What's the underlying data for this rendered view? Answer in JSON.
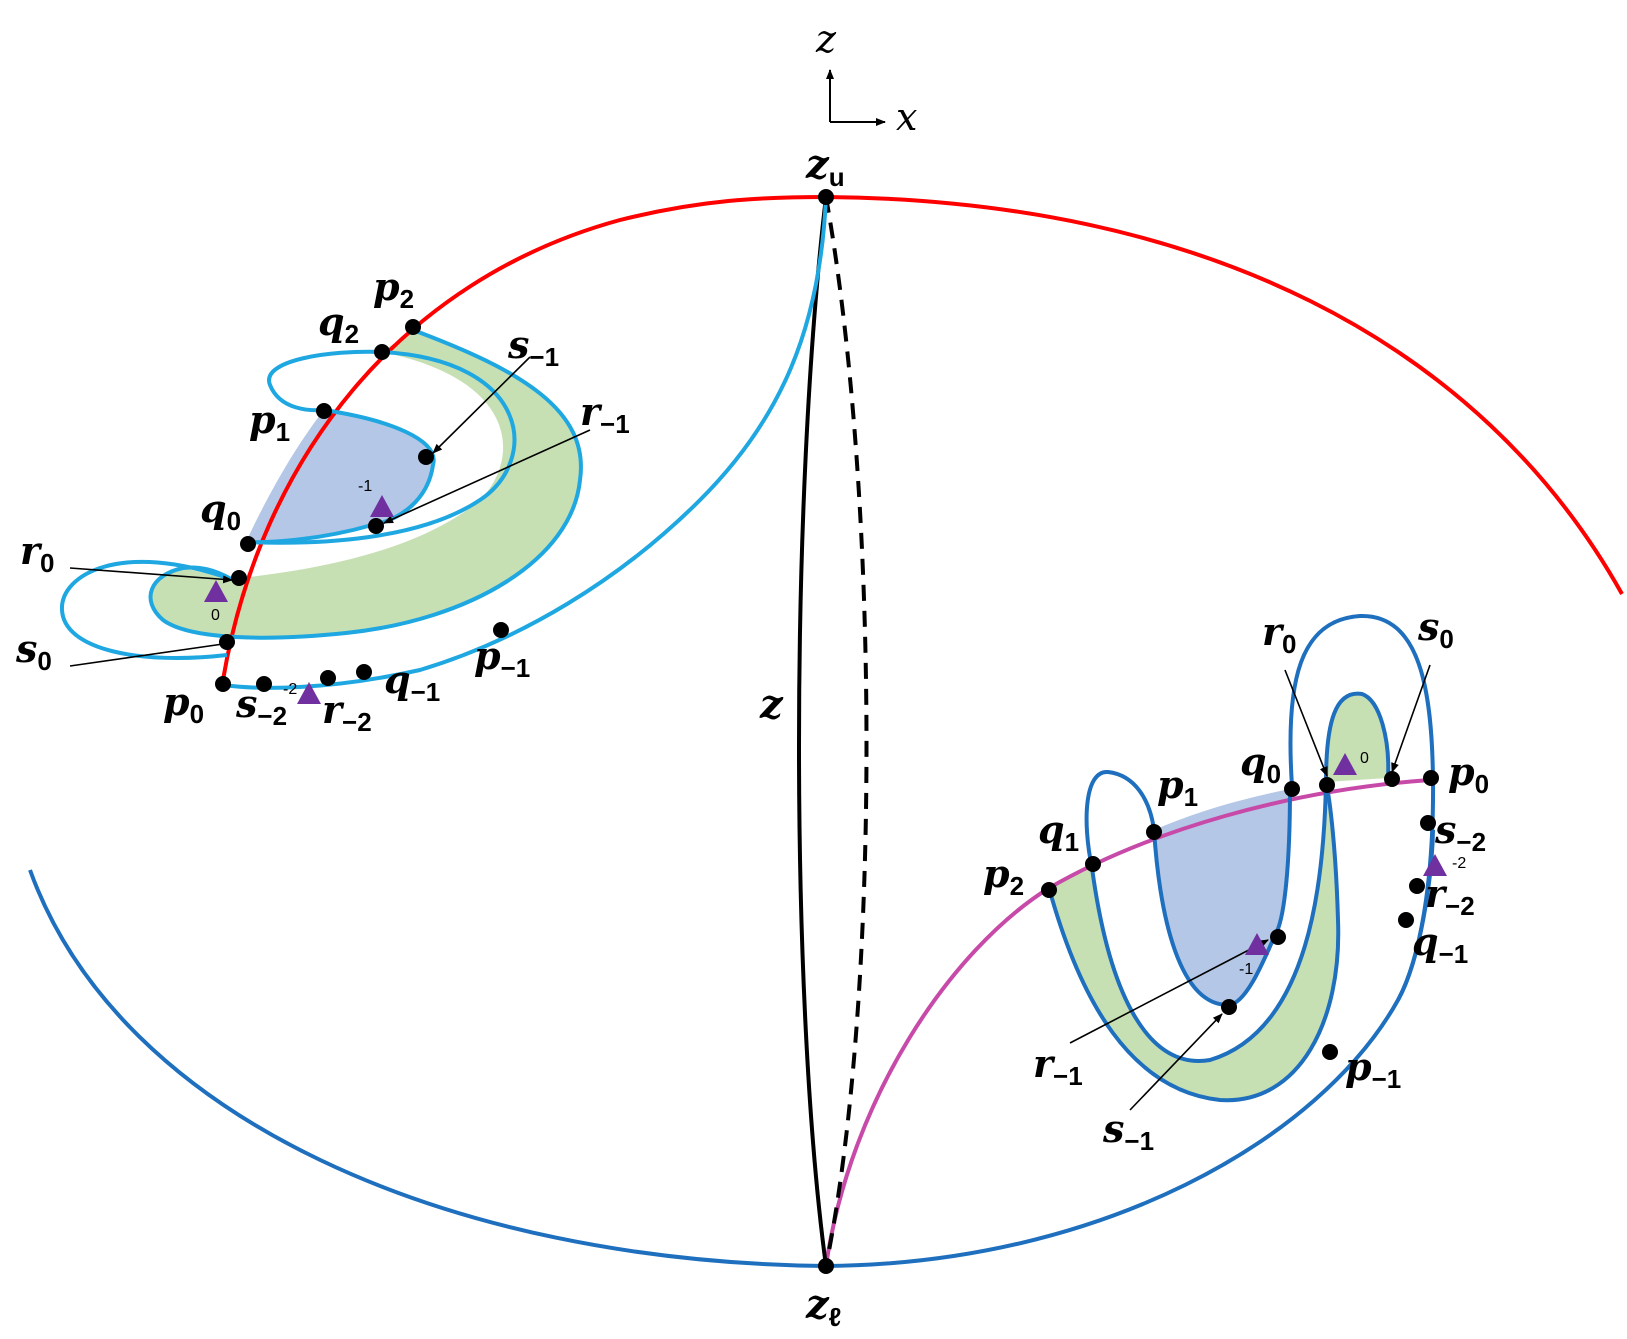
{
  "colors": {
    "red_curve": "#ff0000",
    "light_blue_curve": "#1ea7e1",
    "dark_blue_curve": "#1f6fbf",
    "magenta_curve": "#c84aa8",
    "green_fill": "#c6e0b4",
    "blue_fill": "#b4c7e7",
    "triangle": "#7030a0",
    "black": "#000000"
  },
  "axes": {
    "vertical": "z",
    "horizontal": "x"
  },
  "center": {
    "z_label": "z"
  },
  "top_point": {
    "base": "z",
    "sub": "u"
  },
  "bottom_point": {
    "base": "z",
    "sub": "ℓ"
  },
  "left": {
    "p2": {
      "base": "p",
      "sub": "2"
    },
    "q2": {
      "base": "q",
      "sub": "2"
    },
    "p1": {
      "base": "p",
      "sub": "1"
    },
    "s_m1": {
      "base": "s",
      "sub": "−1"
    },
    "r_m1": {
      "base": "r",
      "sub": "−1"
    },
    "q0": {
      "base": "q",
      "sub": "0"
    },
    "r0": {
      "base": "r",
      "sub": "0"
    },
    "s0": {
      "base": "s",
      "sub": "0"
    },
    "p0": {
      "base": "p",
      "sub": "0"
    },
    "s_m2": {
      "base": "s",
      "sub": "−2"
    },
    "r_m2": {
      "base": "r",
      "sub": "−2"
    },
    "q_m1": {
      "base": "q",
      "sub": "−1"
    },
    "p_m1": {
      "base": "p",
      "sub": "−1"
    },
    "tri_m1": "-1",
    "tri_0": "0",
    "tri_m2": "-2"
  },
  "right": {
    "r0": {
      "base": "r",
      "sub": "0"
    },
    "s0": {
      "base": "s",
      "sub": "0"
    },
    "q0": {
      "base": "q",
      "sub": "0"
    },
    "p0": {
      "base": "p",
      "sub": "0"
    },
    "p1": {
      "base": "p",
      "sub": "1"
    },
    "q1": {
      "base": "q",
      "sub": "1"
    },
    "p2": {
      "base": "p",
      "sub": "2"
    },
    "s_m2": {
      "base": "s",
      "sub": "−2"
    },
    "r_m2": {
      "base": "r",
      "sub": "−2"
    },
    "q_m1": {
      "base": "q",
      "sub": "−1"
    },
    "p_m1": {
      "base": "p",
      "sub": "−1"
    },
    "r_m1": {
      "base": "r",
      "sub": "−1"
    },
    "s_m1": {
      "base": "s",
      "sub": "−1"
    },
    "tri_0": "0",
    "tri_m2": "-2",
    "tri_m1": "-1"
  }
}
